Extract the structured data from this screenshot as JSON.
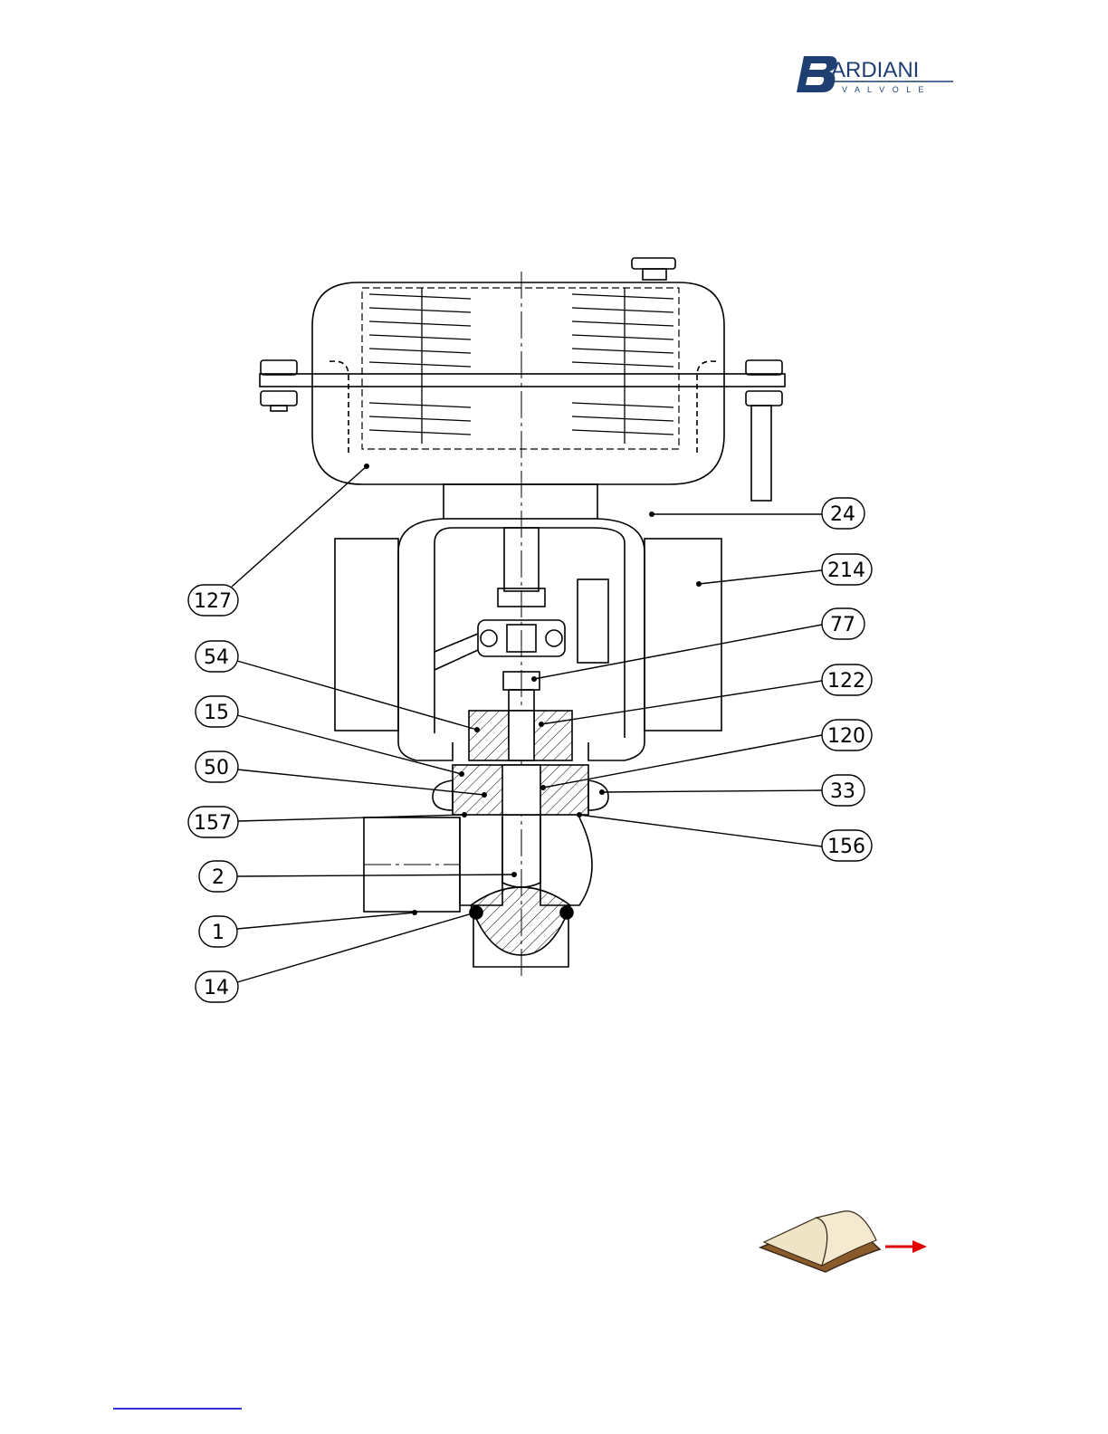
{
  "brand": {
    "name": "ARDIANI",
    "initial": "B",
    "tagline": "V A L V O L E",
    "color": "#1f3f73"
  },
  "balloons": [
    {
      "id": "b24",
      "label": "24"
    },
    {
      "id": "b214",
      "label": "214"
    },
    {
      "id": "b77",
      "label": "77"
    },
    {
      "id": "b122",
      "label": "122"
    },
    {
      "id": "b120",
      "label": "120"
    },
    {
      "id": "b33",
      "label": "33"
    },
    {
      "id": "b156",
      "label": "156"
    },
    {
      "id": "b127",
      "label": "127"
    },
    {
      "id": "b54",
      "label": "54"
    },
    {
      "id": "b15",
      "label": "15"
    },
    {
      "id": "b50",
      "label": "50"
    },
    {
      "id": "b157",
      "label": "157"
    },
    {
      "id": "b2",
      "label": "2"
    },
    {
      "id": "b1",
      "label": "1"
    },
    {
      "id": "b14",
      "label": "14"
    }
  ],
  "navigation": {
    "book_icon": "open-book-icon",
    "arrow_icon": "right-arrow-icon",
    "arrow_color": "#e00000"
  }
}
